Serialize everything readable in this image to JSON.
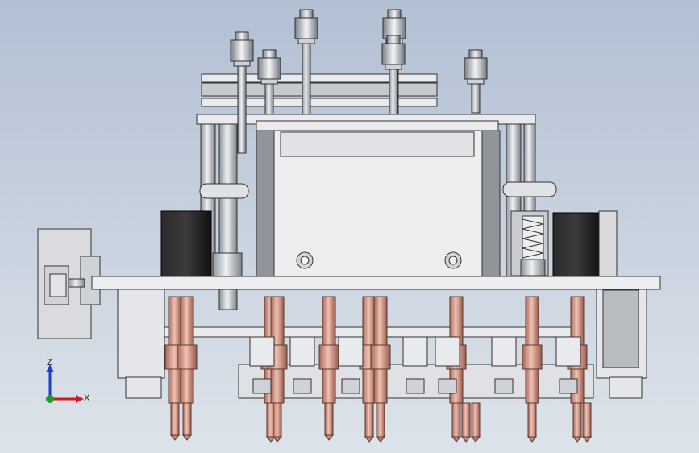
{
  "viewport": {
    "background_top": "#b2c0d4",
    "background_bottom": "#dde3ea"
  },
  "model": {
    "view": "front",
    "colors": {
      "steel": "#e6e8ec",
      "steel_dark": "#9aa0a8",
      "copper": "#c98a78",
      "copper_light": "#e8b4a4",
      "black_block": "#1c1c1c",
      "outline": "#2a2a2a"
    }
  },
  "triad": {
    "z_label": "Z",
    "x_label": "X",
    "z_color": "#1a3fd0",
    "x_color": "#d01a1a",
    "y_color": "#1aa01a"
  }
}
